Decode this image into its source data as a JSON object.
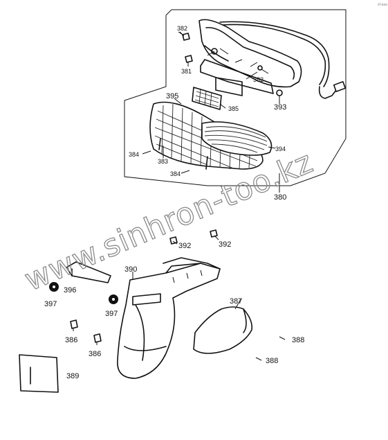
{
  "watermark": "www.sinhron-too.kz",
  "corner_mark": "sf-aaa",
  "callouts": {
    "p380": "380",
    "p381": "381",
    "p382a": "382",
    "p382b": "382",
    "p383": "383",
    "p384a": "384",
    "p384b": "384",
    "p385": "385",
    "p386a": "386",
    "p386b": "386",
    "p387": "387",
    "p388a": "388",
    "p388b": "388",
    "p389": "389",
    "p390": "390",
    "p392a": "392",
    "p392b": "392",
    "p393": "393",
    "p394": "394",
    "p395": "395",
    "p396": "396",
    "p397a": "397",
    "p397b": "397"
  }
}
